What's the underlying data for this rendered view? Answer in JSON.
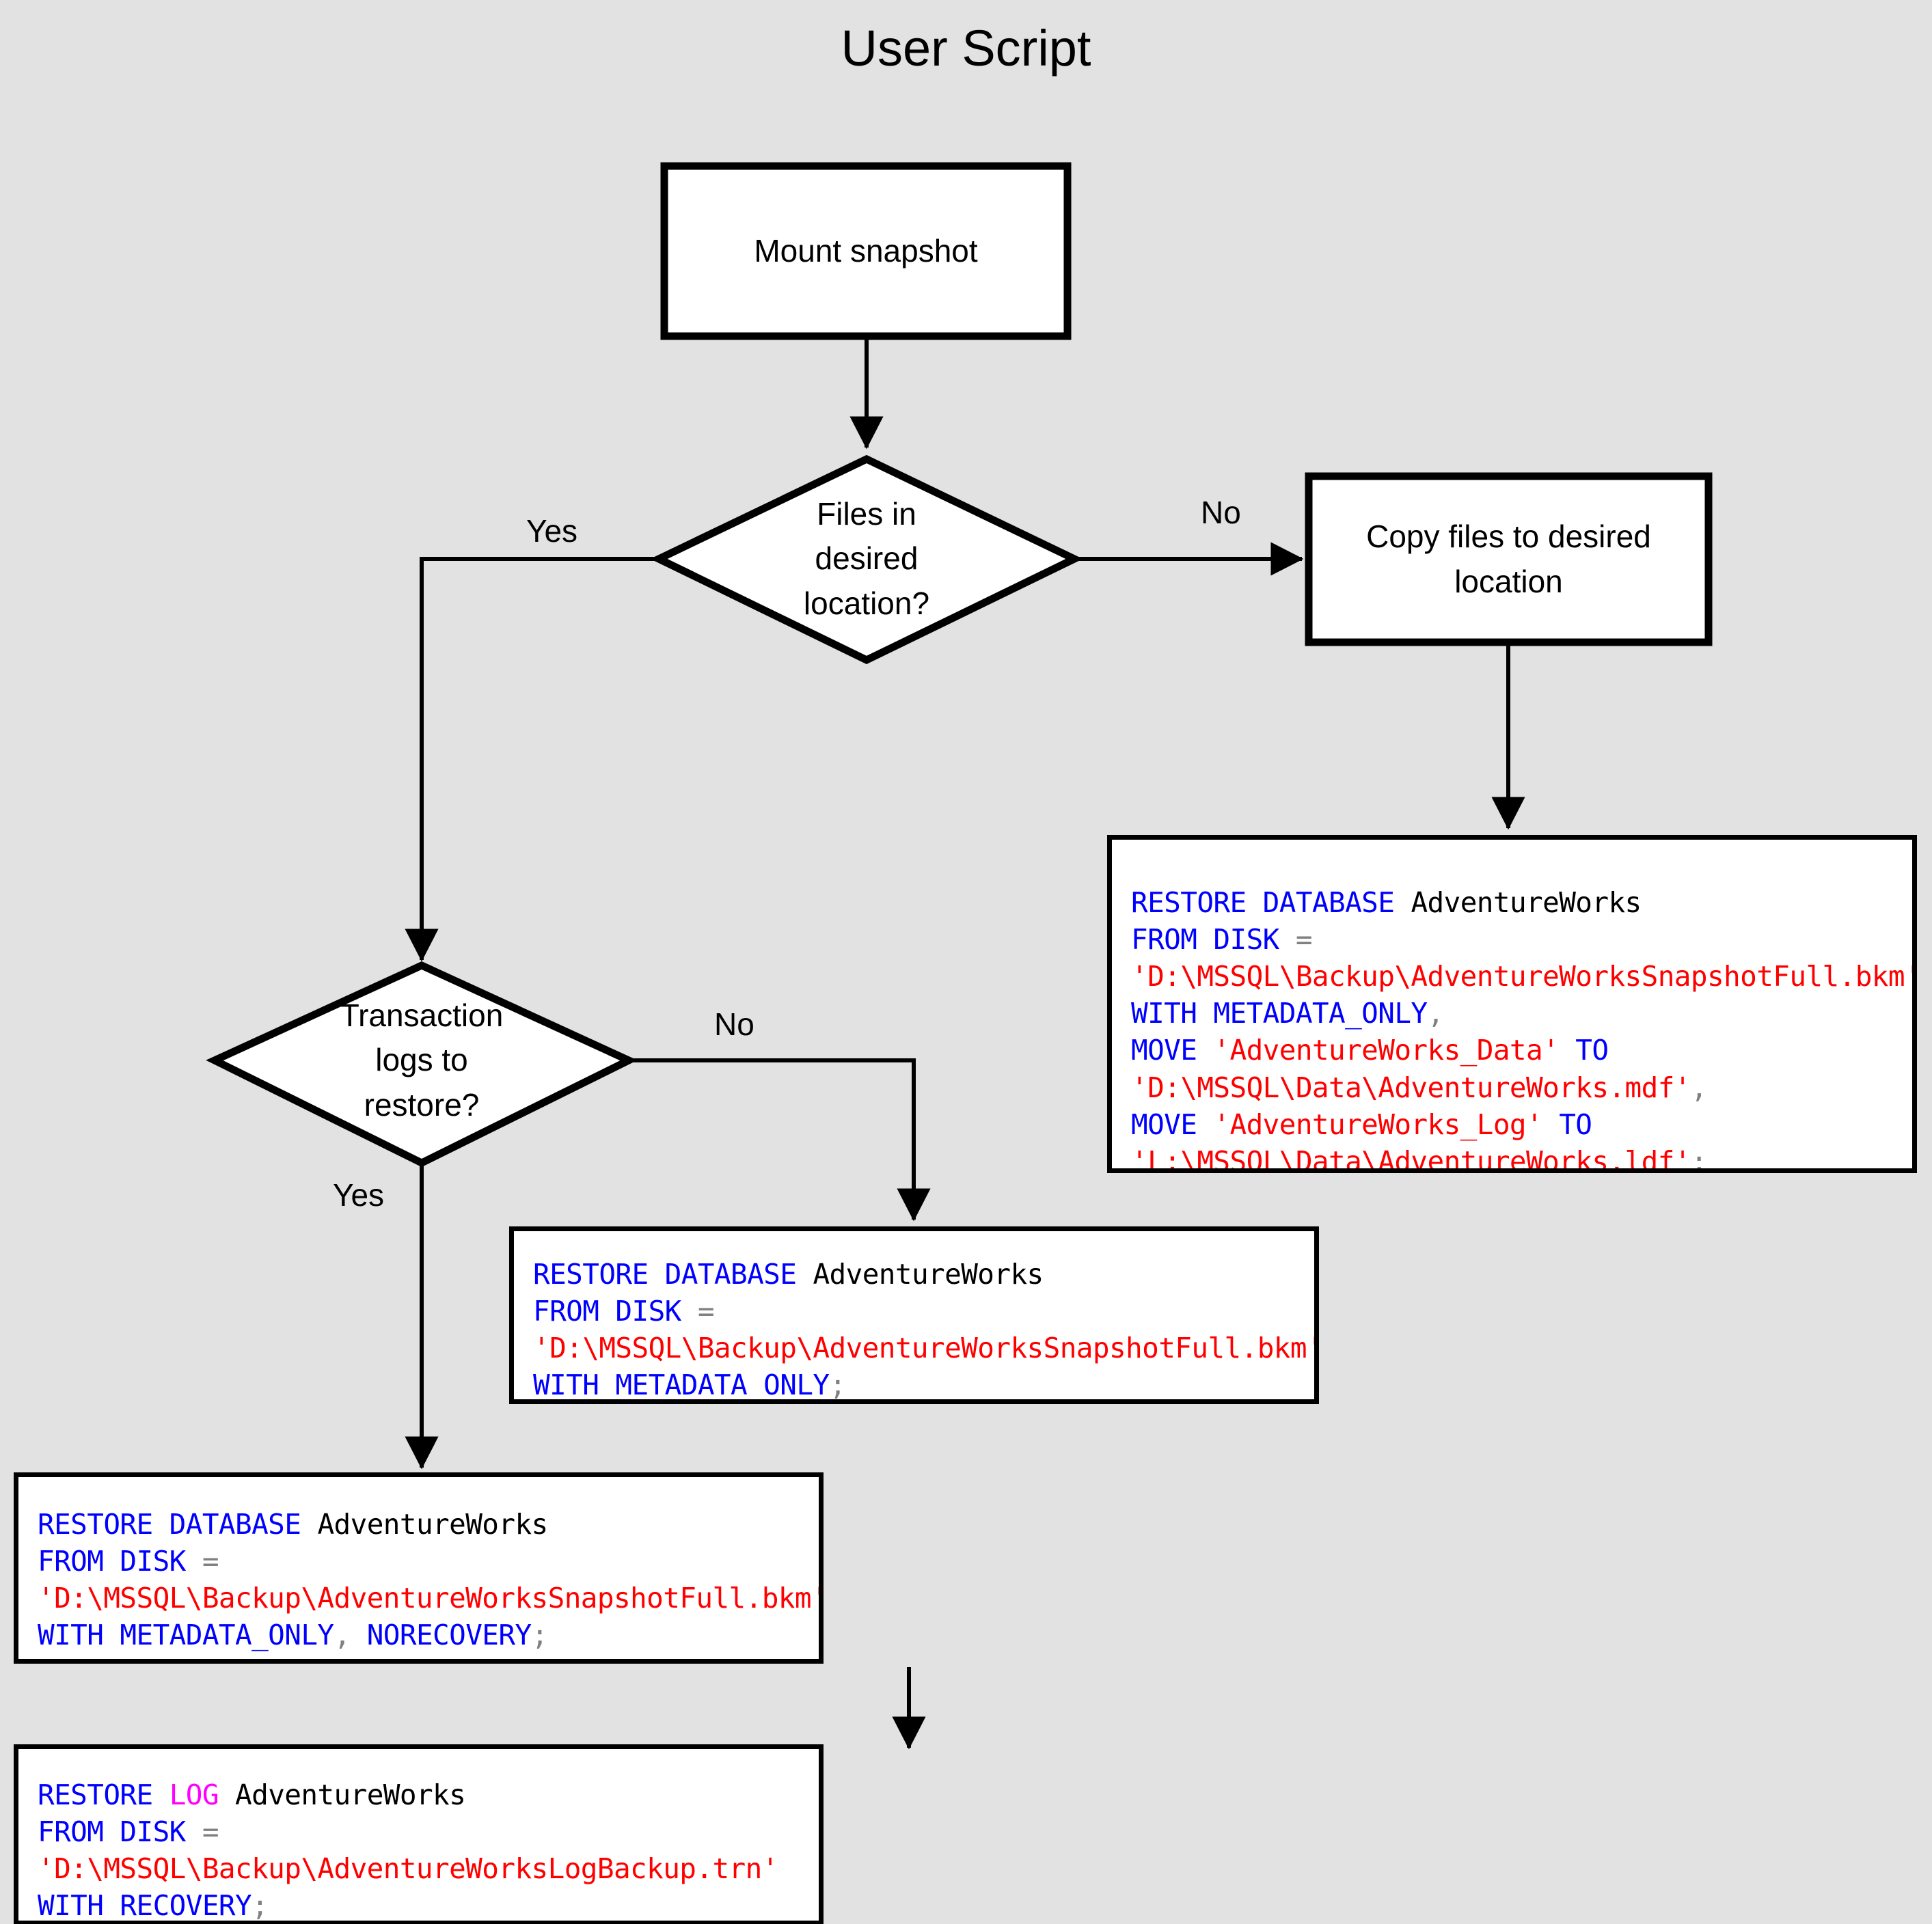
{
  "title": "User Script",
  "colors": {
    "background": "#e2e2e2",
    "node_fill": "#ffffff",
    "node_stroke": "#000000",
    "keyword": "#0000ff",
    "keyword_alt": "#ff00ff",
    "string": "#ff0000",
    "operator": "#808080",
    "identifier": "#000000"
  },
  "nodes": {
    "mount_snapshot": {
      "label": "Mount snapshot",
      "shape": "process"
    },
    "files_in_location": {
      "label": "Files in\ndesired\nlocation?",
      "shape": "decision"
    },
    "copy_files": {
      "label": "Copy files to desired\nlocation",
      "shape": "process"
    },
    "logs_to_restore": {
      "label": "Transaction\nlogs to\nrestore?",
      "shape": "decision"
    }
  },
  "edge_labels": {
    "files_yes": "Yes",
    "files_no": "No",
    "logs_yes": "Yes",
    "logs_no": "No"
  },
  "code_blocks": {
    "restore_with_move": {
      "lines": [
        [
          {
            "t": "RESTORE DATABASE ",
            "c": "kw"
          },
          {
            "t": "AdventureWorks",
            "c": "id"
          }
        ],
        [
          {
            "t": "FROM DISK ",
            "c": "kw"
          },
          {
            "t": "=",
            "c": "op"
          }
        ],
        [
          {
            "t": "'D:\\MSSQL\\Backup\\AdventureWorksSnapshotFull.bkm'",
            "c": "str"
          }
        ],
        [
          {
            "t": "WITH METADATA_ONLY",
            "c": "kw"
          },
          {
            "t": ",",
            "c": "op"
          }
        ],
        [
          {
            "t": "MOVE ",
            "c": "kw"
          },
          {
            "t": "'AdventureWorks_Data'",
            "c": "str"
          },
          {
            "t": " TO",
            "c": "kw"
          }
        ],
        [
          {
            "t": "'D:\\MSSQL\\Data\\AdventureWorks.mdf'",
            "c": "str"
          },
          {
            "t": ",",
            "c": "op"
          }
        ],
        [
          {
            "t": "MOVE ",
            "c": "kw"
          },
          {
            "t": "'AdventureWorks_Log'",
            "c": "str"
          },
          {
            "t": " TO",
            "c": "kw"
          }
        ],
        [
          {
            "t": "'L:\\MSSQL\\Data\\AdventureWorks.ldf'",
            "c": "str"
          },
          {
            "t": ";",
            "c": "op"
          }
        ]
      ]
    },
    "restore_metadata_only": {
      "lines": [
        [
          {
            "t": "RESTORE DATABASE ",
            "c": "kw"
          },
          {
            "t": "AdventureWorks",
            "c": "id"
          }
        ],
        [
          {
            "t": "FROM DISK ",
            "c": "kw"
          },
          {
            "t": "=",
            "c": "op"
          }
        ],
        [
          {
            "t": "'D:\\MSSQL\\Backup\\AdventureWorksSnapshotFull.bkm'",
            "c": "str"
          }
        ],
        [
          {
            "t": "WITH METADATA_ONLY",
            "c": "kw"
          },
          {
            "t": ";",
            "c": "op"
          }
        ]
      ]
    },
    "restore_norecovery": {
      "lines": [
        [
          {
            "t": "RESTORE DATABASE ",
            "c": "kw"
          },
          {
            "t": "AdventureWorks",
            "c": "id"
          }
        ],
        [
          {
            "t": "FROM DISK ",
            "c": "kw"
          },
          {
            "t": "=",
            "c": "op"
          }
        ],
        [
          {
            "t": "'D:\\MSSQL\\Backup\\AdventureWorksSnapshotFull.bkm'",
            "c": "str"
          }
        ],
        [
          {
            "t": "WITH METADATA_ONLY",
            "c": "kw"
          },
          {
            "t": ", ",
            "c": "op"
          },
          {
            "t": "NORECOVERY",
            "c": "kw"
          },
          {
            "t": ";",
            "c": "op"
          }
        ]
      ]
    },
    "restore_log": {
      "lines": [
        [
          {
            "t": "RESTORE ",
            "c": "kw"
          },
          {
            "t": "LOG",
            "c": "kw2"
          },
          {
            "t": " ",
            "c": "id"
          },
          {
            "t": "AdventureWorks",
            "c": "id"
          }
        ],
        [
          {
            "t": "FROM DISK ",
            "c": "kw"
          },
          {
            "t": "=",
            "c": "op"
          }
        ],
        [
          {
            "t": "'D:\\MSSQL\\Backup\\AdventureWorksLogBackup.trn'",
            "c": "str"
          }
        ],
        [
          {
            "t": "WITH RECOVERY",
            "c": "kw"
          },
          {
            "t": ";",
            "c": "op"
          }
        ]
      ]
    }
  }
}
